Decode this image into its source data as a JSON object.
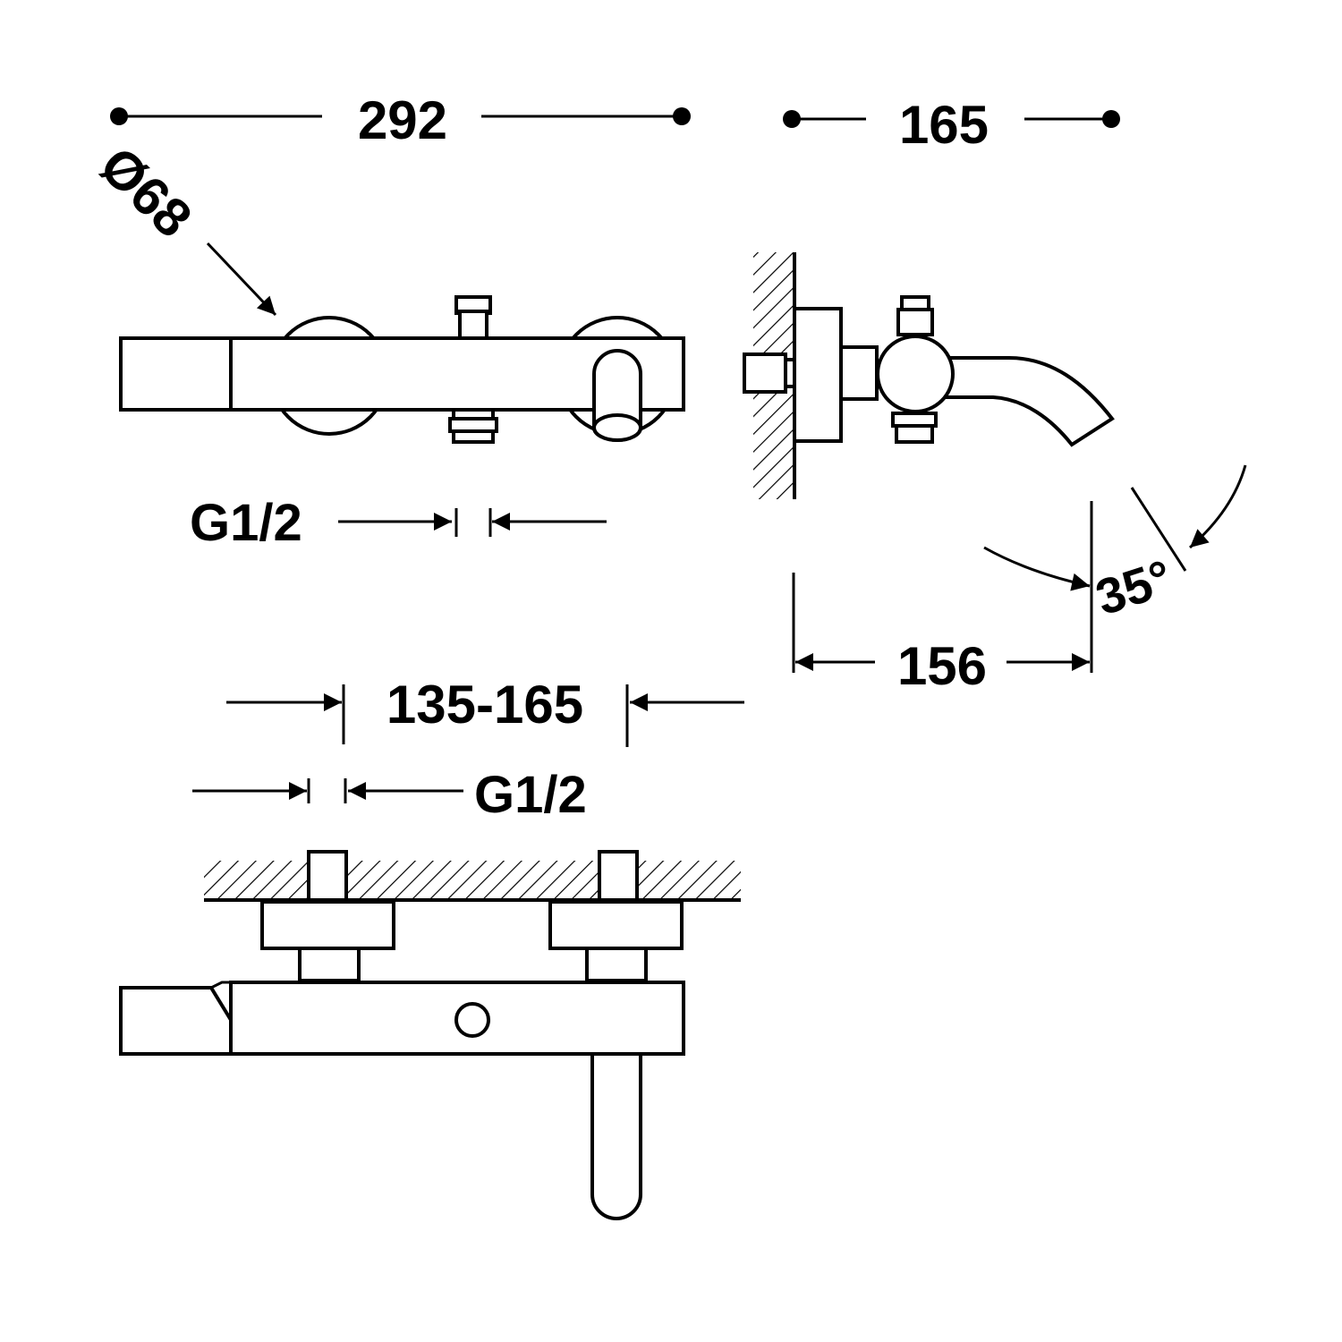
{
  "dimensions": {
    "overall_length": "292",
    "projection": "165",
    "spout_reach": "156",
    "escutcheon_diameter": "Ø68",
    "connection_thread_top": "G1/2",
    "center_distance": "135-165",
    "connection_thread_bottom": "G1/2",
    "spout_angle": "35°"
  }
}
